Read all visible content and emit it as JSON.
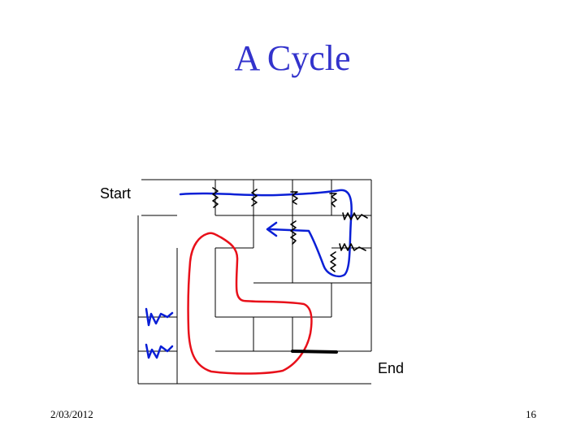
{
  "slide": {
    "title": "A Cycle",
    "start_label": "Start",
    "end_label": "End",
    "footer_date": "2/03/2012",
    "page_number": "16"
  },
  "colors": {
    "title": "#3333cc",
    "maze_walls": "#000000",
    "blue_annotation": "#0a1fd6",
    "red_annotation": "#e8101a",
    "black_annotation": "#000000"
  }
}
